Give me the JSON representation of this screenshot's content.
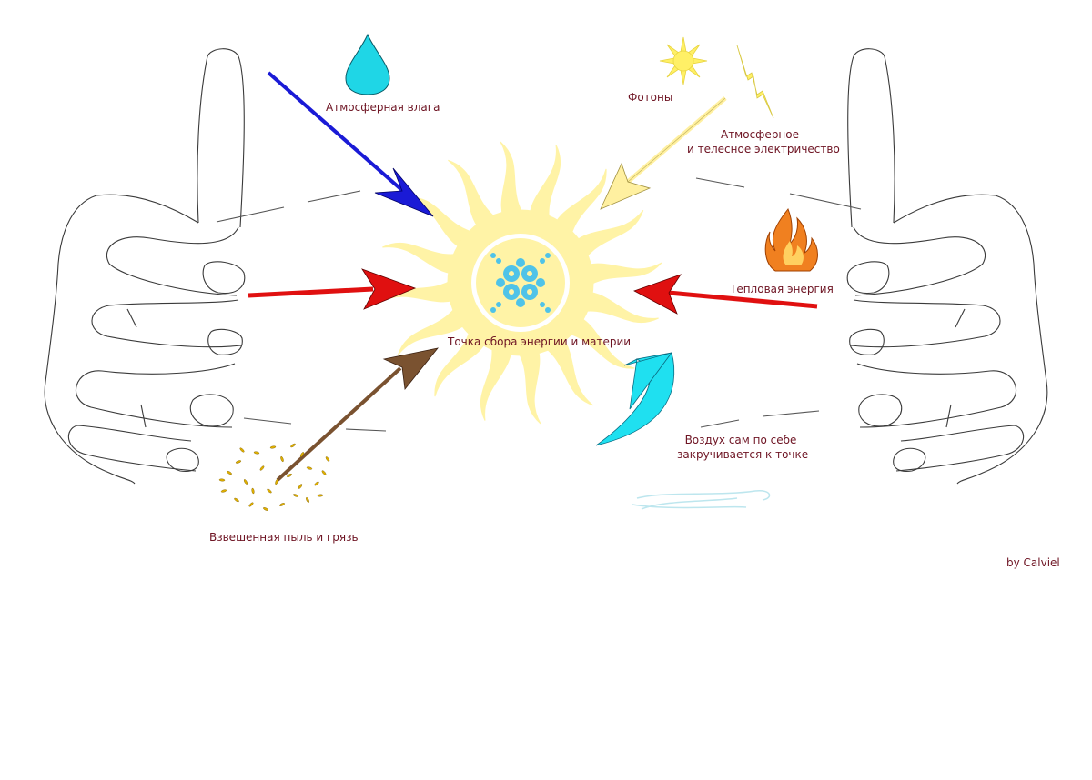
{
  "labels": {
    "moisture": "Атмосферная влага",
    "photons": "Фотоны",
    "electricity_line1": "Атмосферное",
    "electricity_line2": "и телесное электричество",
    "heat": "Тепловая энергия",
    "center": "Точка сбора энергии и материи",
    "air_line1": "Воздух сам по себе",
    "air_line2": "закручивается к точке",
    "dust": "Взвешенная пыль и грязь"
  },
  "credit": "by Calviel",
  "colors": {
    "text": "#6e1423",
    "sun": "#fff3a6",
    "symbol": "#4fc3e8",
    "moisture_arrow": "#1a1ad6",
    "heat_arrow": "#e01010",
    "photon_arrow": "#fff0a0",
    "dust_arrow": "#7a5230",
    "air_swirl": "#1fe0f0",
    "water_drop": "#1fd6e6",
    "flame": "#f08020",
    "lightning": "#fff066",
    "small_sun": "#fff066",
    "dust_specks": "#e0b000"
  },
  "icons": [
    "water-drop-icon",
    "small-sun-icon",
    "lightning-icon",
    "flame-icon",
    "dust-cloud-icon",
    "wind-swirl-icon",
    "center-symbol-icon"
  ]
}
